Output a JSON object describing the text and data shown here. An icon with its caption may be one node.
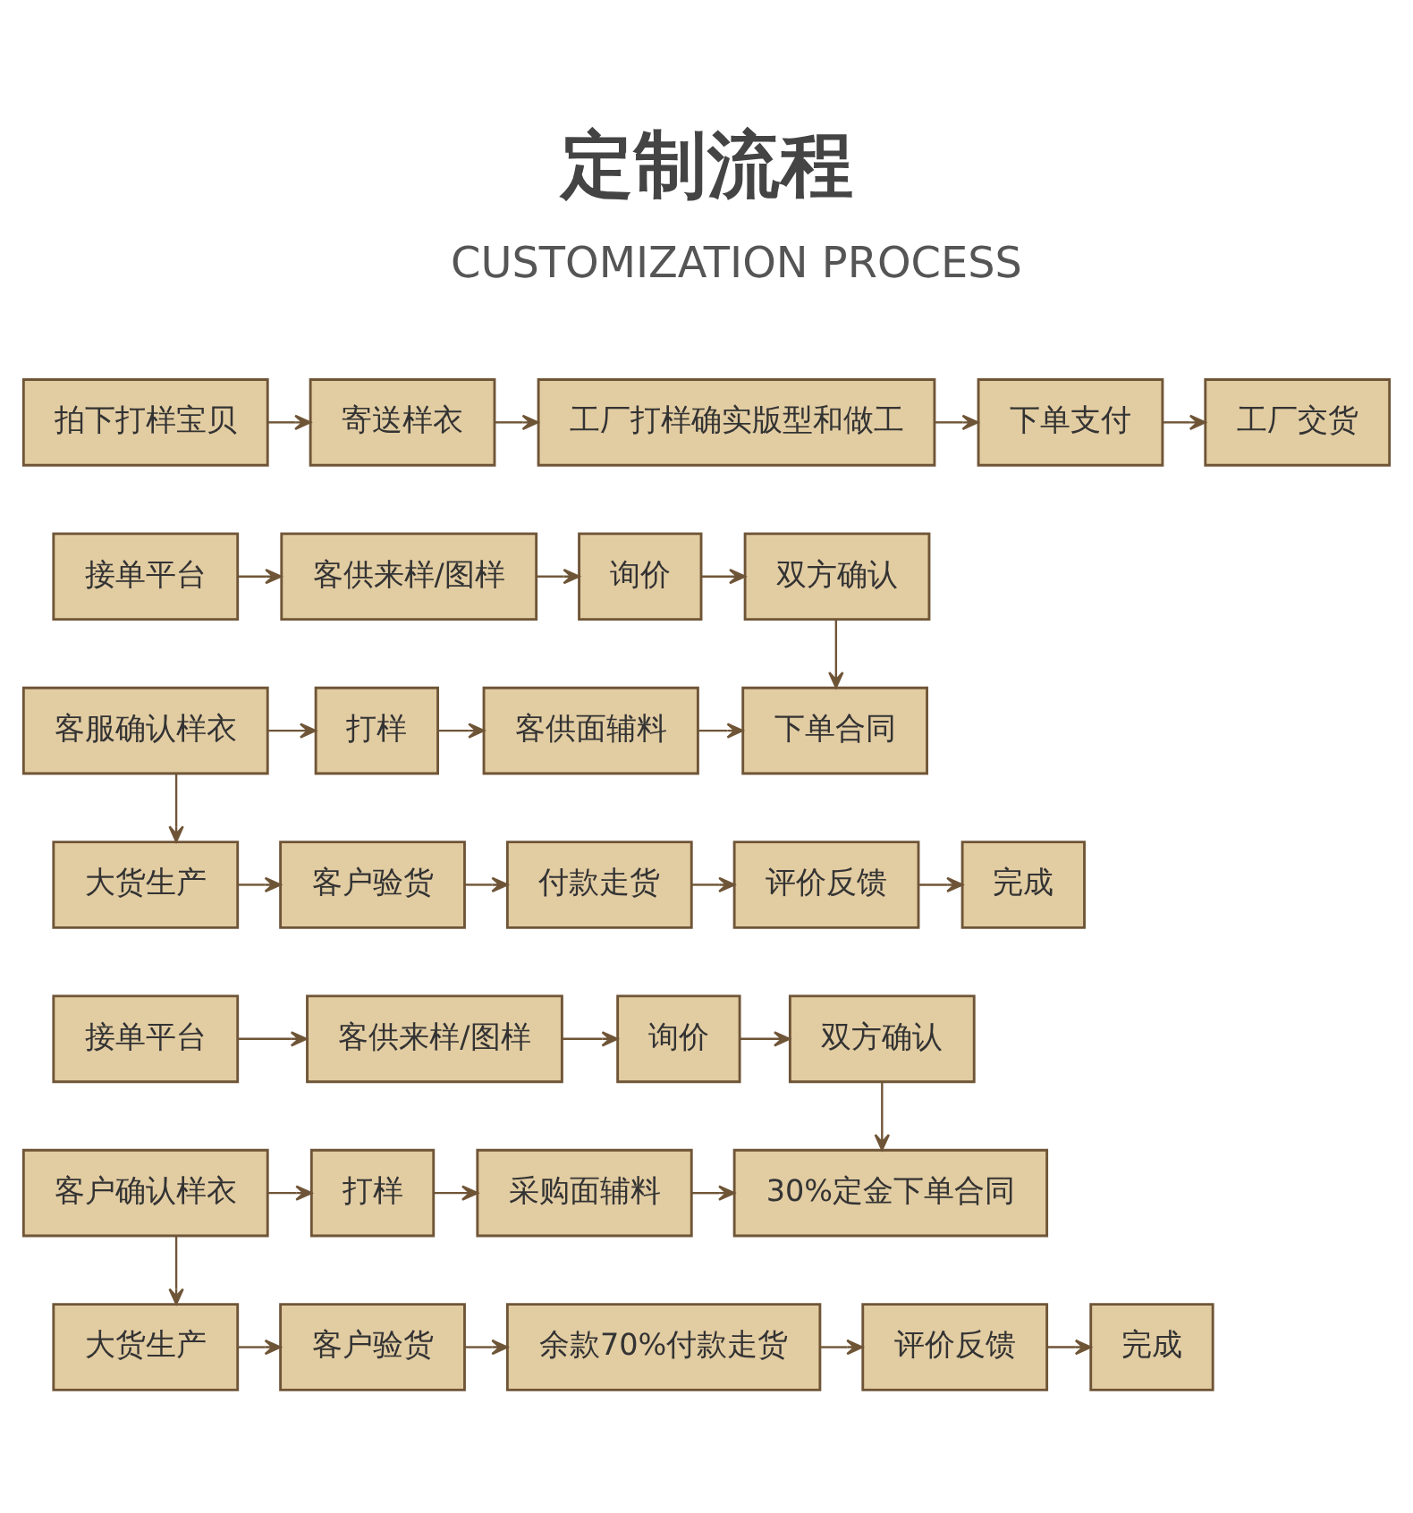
{
  "diagram": {
    "title": "定制流程",
    "nodes": [
      {
        "text": [
          "拍下打样宝贝"
        ]
      },
      {
        "text": [
          "寄送样衣"
        ]
      },
      {
        "text": [
          "工厂打样确实版型和做工"
        ]
      },
      {
        "text": [
          "下单支付"
        ]
      },
      {
        "text": [
          "工厂交货"
        ]
      },
      {
        "text": [
          "接单平台"
        ]
      },
      {
        "text": [
          "客供来样/图样"
        ]
      },
      {
        "text": [
          "询价"
        ]
      },
      {
        "text": [
          "双方确认"
        ]
      },
      {
        "text": [
          "客服确认样衣"
        ]
      },
      {
        "text": [
          "打样"
        ]
      },
      {
        "text": [
          "客供面辅料"
        ]
      },
      {
        "text": [
          "下单合同"
        ]
      },
      {
        "text": [
          "大货生产"
        ]
      },
      {
        "text": [
          "客户验货"
        ]
      },
      {
        "text": [
          "付款走货"
        ]
      },
      {
        "text": [
          "评价反馈"
        ]
      },
      {
        "text": [
          "完成"
        ]
      },
      {
        "text": [
          "接单平台"
        ]
      },
      {
        "text": [
          "客供来样/图样"
        ]
      },
      {
        "text": [
          "询价"
        ]
      },
      {
        "text": [
          "双方确认"
        ]
      },
      {
        "text": [
          "客户确认样衣"
        ]
      },
      {
        "text": [
          "打样"
        ]
      },
      {
        "text": [
          "采购面辅料"
        ]
      },
      {
        "text": [
          "30%定金下单合同"
        ]
      },
      {
        "text": [
          "大货生产"
        ]
      },
      {
        "text": [
          "客户验货"
        ]
      },
      {
        "text": [
          "余款70%付款走货"
        ]
      },
      {
        "text": [
          "评价反馈"
        ]
      },
      {
        "text": [
          "完成"
        ]
      }
    ],
    "edges": [
      {
        "from": 0,
        "to": 1,
        "arrow": "to"
      },
      {
        "from": 1,
        "to": 2,
        "arrow": "to"
      },
      {
        "from": 2,
        "to": 3,
        "arrow": "to"
      },
      {
        "from": 3,
        "to": 4,
        "arrow": "to"
      },
      {
        "from": 5,
        "to": 6,
        "arrow": "to"
      },
      {
        "from": 6,
        "to": 7,
        "arrow": "to"
      },
      {
        "from": 7,
        "to": 8,
        "arrow": "to"
      },
      {
        "from": 8,
        "to": 12,
        "arrow": "to"
      },
      {
        "from": 9,
        "to": 10,
        "arrow": "to"
      },
      {
        "from": 10,
        "to": 11,
        "arrow": "to"
      },
      {
        "from": 11,
        "to": 12,
        "arrow": "to"
      },
      {
        "from": 9,
        "to": 13,
        "arrow": "to"
      },
      {
        "from": 13,
        "to": 14,
        "arrow": "to"
      },
      {
        "from": 14,
        "to": 15,
        "arrow": "to"
      },
      {
        "from": 15,
        "to": 16,
        "arrow": "to"
      },
      {
        "from": 16,
        "to": 17,
        "arrow": "to"
      },
      {
        "from": 18,
        "to": 19,
        "arrow": "to"
      },
      {
        "from": 19,
        "to": 20,
        "arrow": "to"
      },
      {
        "from": 20,
        "to": 21,
        "arrow": "to"
      },
      {
        "from": 21,
        "to": 25,
        "arrow": "to"
      },
      {
        "from": 22,
        "to": 23,
        "arrow": "to"
      },
      {
        "from": 23,
        "to": 24,
        "arrow": "to"
      },
      {
        "from": 24,
        "to": 25,
        "arrow": "to"
      },
      {
        "from": 22,
        "to": 26,
        "arrow": "to"
      },
      {
        "from": 26,
        "to": 27,
        "arrow": "to"
      },
      {
        "from": 27,
        "to": 28,
        "arrow": "to"
      },
      {
        "from": 28,
        "to": 29,
        "arrow": "to"
      },
      {
        "from": 29,
        "to": 30,
        "arrow": "to"
      }
    ],
    "labels": [
      "CUSTOMIZATION PROCESS"
    ]
  }
}
